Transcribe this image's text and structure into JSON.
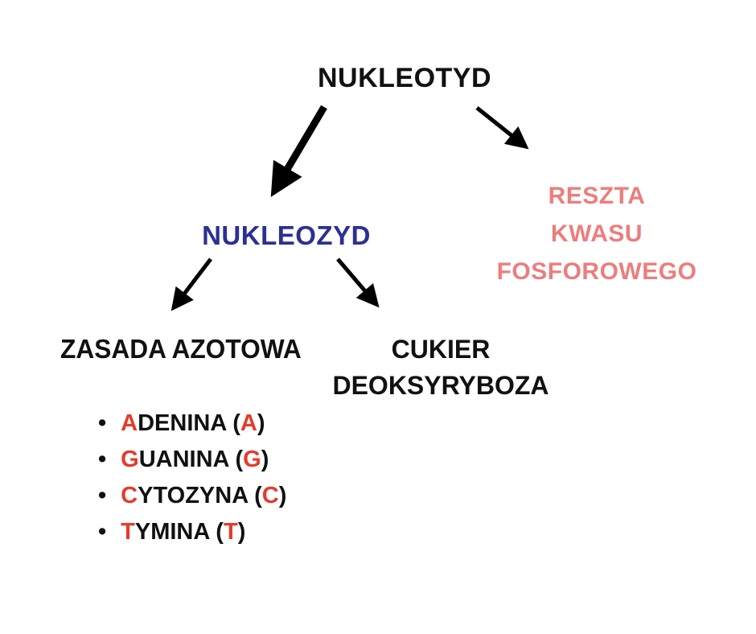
{
  "colors": {
    "text": "#111111",
    "navy": "#2B3092",
    "salmon": "#EC7D7D",
    "red": "#E63A2A",
    "arrow": "#000000"
  },
  "nodes": {
    "nukleotyd": "NUKLEOTYD",
    "nukleozyd": "NUKLEOZYD",
    "reszta": {
      "line1": "RESZTA",
      "line2": "KWASU",
      "line3": "FOSFOROWEGO"
    },
    "zasada": "ZASADA AZOTOWA",
    "cukier": {
      "line1": "CUKIER",
      "line2": "DEOKSYRYBOZA"
    }
  },
  "bases": {
    "bullet": "•",
    "items": [
      {
        "initial": "A",
        "rest": "DENINA (",
        "code": "A",
        "close": ")"
      },
      {
        "initial": "G",
        "rest": "UANINA (",
        "code": "G",
        "close": ")"
      },
      {
        "initial": "C",
        "rest": "YTOZYNA (",
        "code": "C",
        "close": ")"
      },
      {
        "initial": "T",
        "rest": "YMINA (",
        "code": "T",
        "close": ")"
      }
    ]
  }
}
